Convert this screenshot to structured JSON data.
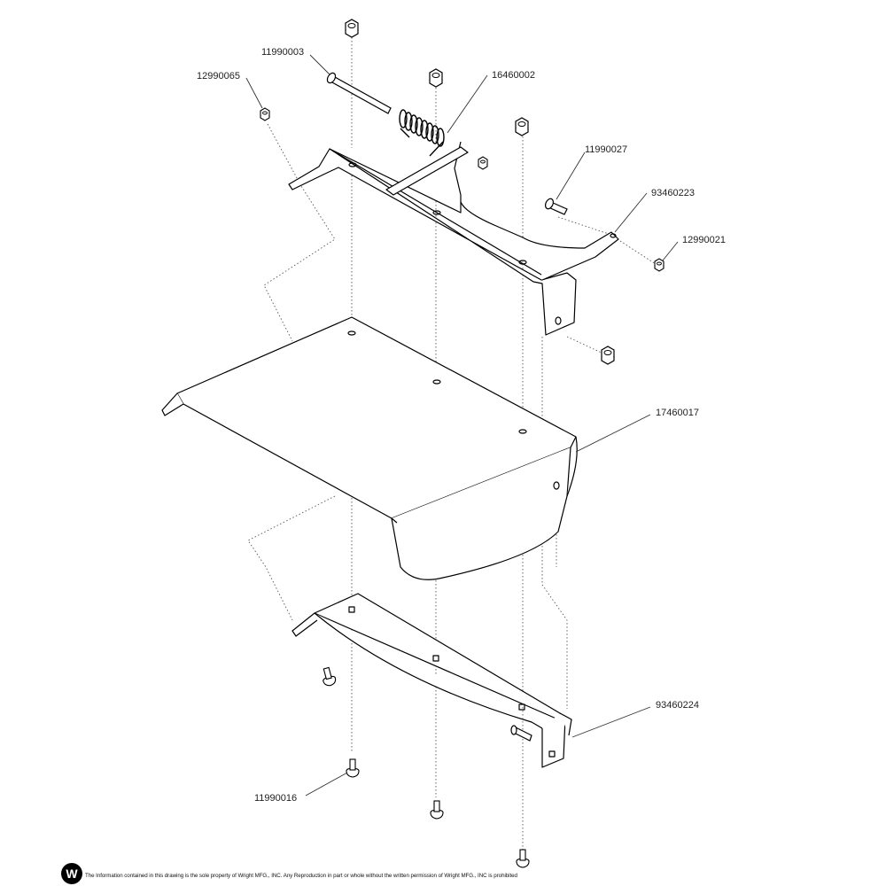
{
  "labels": {
    "p11990003": "11990003",
    "p12990065": "12990065",
    "p16460002": "16460002",
    "p11990027": "11990027",
    "p93460223": "93460223",
    "p12990021": "12990021",
    "p17460017": "17460017",
    "p93460224": "93460224",
    "p11990016": "11990016"
  },
  "footer": {
    "logo_letter": "W",
    "notice": "The Information contained in this drawing is the sole property of Wright MFG., INC. Any Reproduction in part or whole without the written permission of Wright MFG., INC is prohibited"
  },
  "colors": {
    "line": "#000000",
    "leader": "#333333",
    "dotted": "#555555"
  }
}
